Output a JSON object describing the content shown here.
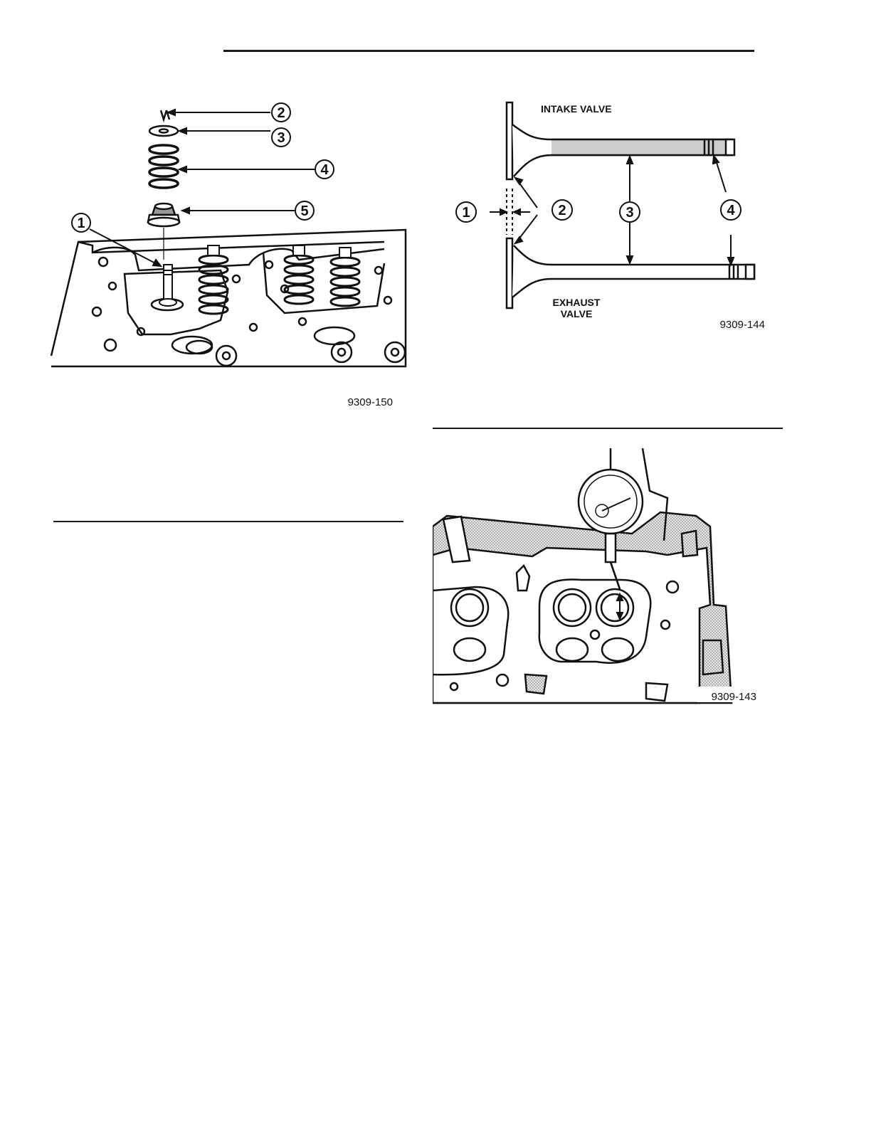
{
  "figures": {
    "valve_spring_assembly": {
      "id": "9309-150",
      "callouts": [
        "1",
        "2",
        "3",
        "4",
        "5"
      ]
    },
    "valve_measurement": {
      "id": "9309-144",
      "intake_label": "INTAKE VALVE",
      "exhaust_label_line1": "EXHAUST",
      "exhaust_label_line2": "VALVE",
      "callouts": [
        "1",
        "2",
        "3",
        "4"
      ]
    },
    "dial_indicator": {
      "id": "9309-143"
    }
  }
}
